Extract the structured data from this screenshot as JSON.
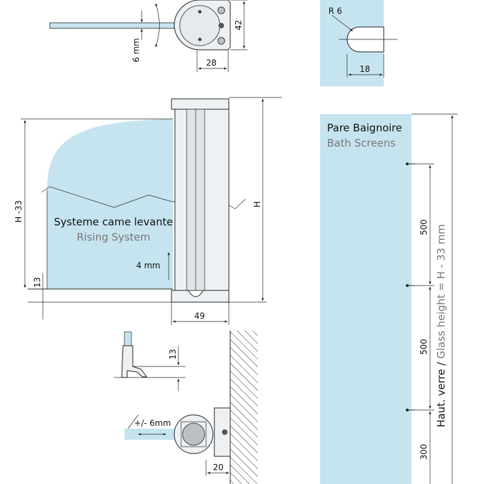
{
  "colors": {
    "glass": "#c6e4ef",
    "line": "#222222",
    "secondary_text": "#777777"
  },
  "top_hinge": {
    "dim_6mm": "6 mm",
    "dim_42": "42",
    "dim_28": "28"
  },
  "radius_detail": {
    "dim_r6": "R 6",
    "dim_18": "18"
  },
  "main_view": {
    "label_fr": "Systeme came levante",
    "label_en": "Rising System",
    "dim_h33": "H -33",
    "dim_13": "13",
    "dim_4mm": "4 mm",
    "dim_h": "H",
    "dim_49": "49"
  },
  "seal_detail": {
    "dim_13": "13"
  },
  "wall_detail": {
    "dim_6mm": "+/- 6mm",
    "dim_20": "20"
  },
  "right_panel": {
    "title_fr": "Pare Baignoire",
    "title_en": "Bath Screens",
    "dim_500_top": "500",
    "dim_500_mid": "500",
    "dim_300": "300",
    "vertical_label_fr": "Haut. verre",
    "vertical_label_sep": " / ",
    "vertical_label_en": "Glass height = H - 33 mm"
  }
}
